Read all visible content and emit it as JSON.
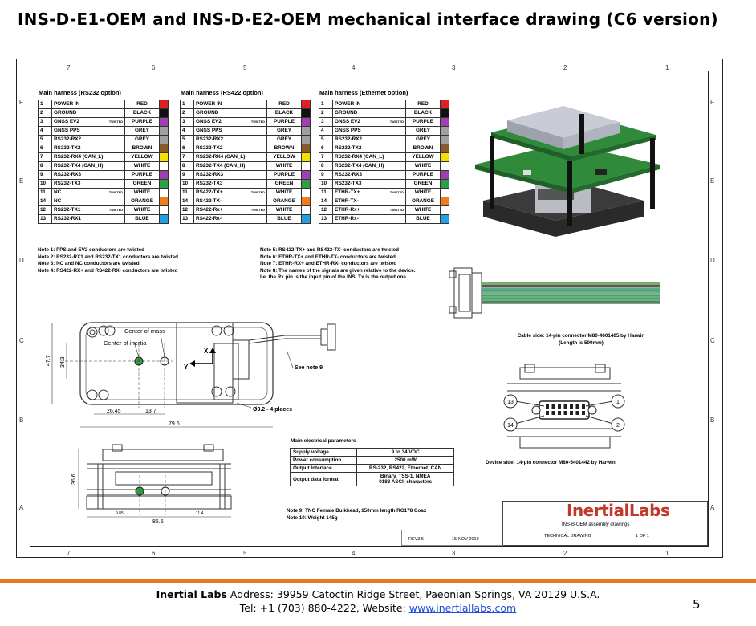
{
  "title": "INS-D-E1-OEM and INS-D-E2-OEM mechanical interface drawing (C6 version)",
  "drawing": {
    "zones_top": [
      "7",
      "6",
      "5",
      "4",
      "3",
      "2",
      "1"
    ],
    "zones_side": [
      "F",
      "E",
      "D",
      "C",
      "B",
      "A"
    ],
    "harness_rs232": {
      "caption": "Main harness (RS232 option)",
      "rows": [
        {
          "n": "1",
          "name": "POWER IN",
          "twisted": "",
          "color": "RED",
          "hex": "#e02020"
        },
        {
          "n": "2",
          "name": "GROUND",
          "twisted": "",
          "color": "BLACK",
          "hex": "#111111"
        },
        {
          "n": "3",
          "name": "GNSS EV2",
          "twisted": "TWISTED",
          "color": "PURPLE",
          "hex": "#a040b0"
        },
        {
          "n": "4",
          "name": "GNSS PPS",
          "twisted": "",
          "color": "GREY",
          "hex": "#a0a0a0"
        },
        {
          "n": "5",
          "name": "RS232-RX2",
          "twisted": "",
          "color": "GREY",
          "hex": "#a0a0a0"
        },
        {
          "n": "6",
          "name": "RS232-TX2",
          "twisted": "",
          "color": "BROWN",
          "hex": "#8b5a2b"
        },
        {
          "n": "7",
          "name": "RS232-RX4 (CAN_L)",
          "twisted": "",
          "color": "YELLOW",
          "hex": "#f3e000"
        },
        {
          "n": "8",
          "name": "RS232-TX4 (CAN_H)",
          "twisted": "",
          "color": "WHITE",
          "hex": "#ffffff"
        },
        {
          "n": "9",
          "name": "RS232-RX3",
          "twisted": "",
          "color": "PURPLE",
          "hex": "#a040b0"
        },
        {
          "n": "10",
          "name": "RS232-TX3",
          "twisted": "",
          "color": "GREEN",
          "hex": "#2ea043"
        },
        {
          "n": "11",
          "name": "NC",
          "twisted": "TWISTED",
          "color": "WHITE",
          "hex": "#ffffff"
        },
        {
          "n": "14",
          "name": "NC",
          "twisted": "",
          "color": "ORANGE",
          "hex": "#f07c1c"
        },
        {
          "n": "12",
          "name": "RS232-TX1",
          "twisted": "TWISTED",
          "color": "WHITE",
          "hex": "#ffffff"
        },
        {
          "n": "13",
          "name": "RS232-RX1",
          "twisted": "",
          "color": "BLUE",
          "hex": "#22a0e0"
        }
      ]
    },
    "harness_rs422": {
      "caption": "Main harness (RS422 option)",
      "rows": [
        {
          "n": "1",
          "name": "POWER IN",
          "twisted": "",
          "color": "RED",
          "hex": "#e02020"
        },
        {
          "n": "2",
          "name": "GROUND",
          "twisted": "",
          "color": "BLACK",
          "hex": "#111111"
        },
        {
          "n": "3",
          "name": "GNSS EV2",
          "twisted": "TWISTED",
          "color": "PURPLE",
          "hex": "#a040b0"
        },
        {
          "n": "4",
          "name": "GNSS PPS",
          "twisted": "",
          "color": "GREY",
          "hex": "#a0a0a0"
        },
        {
          "n": "5",
          "name": "RS232-RX2",
          "twisted": "",
          "color": "GREY",
          "hex": "#a0a0a0"
        },
        {
          "n": "6",
          "name": "RS232-TX2",
          "twisted": "",
          "color": "BROWN",
          "hex": "#8b5a2b"
        },
        {
          "n": "7",
          "name": "RS232-RX4 (CAN_L)",
          "twisted": "",
          "color": "YELLOW",
          "hex": "#f3e000"
        },
        {
          "n": "8",
          "name": "RS232-TX4 (CAN_H)",
          "twisted": "",
          "color": "WHITE",
          "hex": "#ffffff"
        },
        {
          "n": "9",
          "name": "RS232-RX3",
          "twisted": "",
          "color": "PURPLE",
          "hex": "#a040b0"
        },
        {
          "n": "10",
          "name": "RS232-TX3",
          "twisted": "",
          "color": "GREEN",
          "hex": "#2ea043"
        },
        {
          "n": "11",
          "name": "RS422-TX+",
          "twisted": "TWISTED",
          "color": "WHITE",
          "hex": "#ffffff"
        },
        {
          "n": "14",
          "name": "RS422-TX-",
          "twisted": "",
          "color": "ORANGE",
          "hex": "#f07c1c"
        },
        {
          "n": "12",
          "name": "RS422-Rx+",
          "twisted": "TWISTED",
          "color": "WHITE",
          "hex": "#ffffff"
        },
        {
          "n": "13",
          "name": "RS422-Rx-",
          "twisted": "",
          "color": "BLUE",
          "hex": "#22a0e0"
        }
      ]
    },
    "harness_eth": {
      "caption": "Main harness (Ethernet option)",
      "rows": [
        {
          "n": "1",
          "name": "POWER IN",
          "twisted": "",
          "color": "RED",
          "hex": "#e02020"
        },
        {
          "n": "2",
          "name": "GROUND",
          "twisted": "",
          "color": "BLACK",
          "hex": "#111111"
        },
        {
          "n": "3",
          "name": "GNSS EV2",
          "twisted": "TWISTED",
          "color": "PURPLE",
          "hex": "#a040b0"
        },
        {
          "n": "4",
          "name": "GNSS PPS",
          "twisted": "",
          "color": "GREY",
          "hex": "#a0a0a0"
        },
        {
          "n": "5",
          "name": "RS232-RX2",
          "twisted": "",
          "color": "GREY",
          "hex": "#a0a0a0"
        },
        {
          "n": "6",
          "name": "RS232-TX2",
          "twisted": "",
          "color": "BROWN",
          "hex": "#8b5a2b"
        },
        {
          "n": "7",
          "name": "RS232-RX4 (CAN_L)",
          "twisted": "",
          "color": "YELLOW",
          "hex": "#f3e000"
        },
        {
          "n": "8",
          "name": "RS232-TX4 (CAN_H)",
          "twisted": "",
          "color": "WHITE",
          "hex": "#ffffff"
        },
        {
          "n": "9",
          "name": "RS232-RX3",
          "twisted": "",
          "color": "PURPLE",
          "hex": "#a040b0"
        },
        {
          "n": "10",
          "name": "RS232-TX3",
          "twisted": "",
          "color": "GREEN",
          "hex": "#2ea043"
        },
        {
          "n": "11",
          "name": "ETHR-TX+",
          "twisted": "TWISTED",
          "color": "WHITE",
          "hex": "#ffffff"
        },
        {
          "n": "14",
          "name": "ETHR-TX-",
          "twisted": "",
          "color": "ORANGE",
          "hex": "#f07c1c"
        },
        {
          "n": "12",
          "name": "ETHR-Rx+",
          "twisted": "TWISTED",
          "color": "WHITE",
          "hex": "#ffffff"
        },
        {
          "n": "13",
          "name": "ETHR-Rx-",
          "twisted": "",
          "color": "BLUE",
          "hex": "#22a0e0"
        }
      ]
    },
    "notes_left": [
      "Note 1: PPS and EV2 conductors are twisted",
      "Note 2: RS232-RX1 and RS232-TX1 conductors are twisted",
      "Note 3: NC and NC conductors are twisted",
      "Note 4: RS422-RX+ and RS422-RX- conductors are twisted"
    ],
    "notes_right": [
      "Note 5: RS422-TX+ and RS422-TX- conductors are twisted",
      "Note 6: ETHR-TX+ and ETHR-TX- conductors are twisted",
      "Note 7: ETHR-RX+ and ETHR-RX- conductors are twisted",
      "Note 8: The names of the signals are given relative to the device.",
      "I.e. the Rx pin is the input pin of the INS, Tx is the output one."
    ],
    "cable_side": [
      "Cable side: 14-pin connector M80-4601405 by Harwin",
      "(Length is 500mm)"
    ],
    "device_side": "Device side: 14-pin connector M80-5401442 by Harwin",
    "top_view": {
      "center_of_mass": "Center of mass",
      "center_of_inertia": "Center of inertia",
      "see_note": "See note 9",
      "holes": "Ø3.2 - 4 places",
      "dim_47_7": "47.7",
      "dim_34_3": "34.3",
      "dim_26_45": "26.45",
      "dim_13_7": "13.7",
      "dim_79_6": "79.6",
      "axis_x": "X",
      "axis_y": "Y"
    },
    "side_view": {
      "dim_36_6": "36.6",
      "dim_9_85": "9.85",
      "dim_11_4": "11.4",
      "dim_85_5": "85.5"
    },
    "pins": [
      "13",
      "1",
      "14",
      "2"
    ],
    "electrical": {
      "caption": "Main electrical parameters",
      "rows": [
        [
          "Supply voltage",
          "9 to 34 VDC"
        ],
        [
          "Power consumption",
          "2500 mW"
        ],
        [
          "Output Interface",
          "RS-232, RS422, Ethernet, CAN"
        ],
        [
          "Output data format",
          "Binary, TSS-1, NMEA\n0183 ASCII characters"
        ]
      ]
    },
    "notes_bottom": [
      "Note 9: TNC Female Bulkhead, 150mm length RG178 Coax",
      "Note 10: Weight 145g"
    ],
    "title_block": {
      "logo": "InertialLabs",
      "drawing_name": "INS-B-OEM assembly drawings",
      "type": "TECHNICAL DRAWING",
      "sheet": "1 OF 1",
      "revision": "REV3.5",
      "date": "15-NOV-2019"
    }
  },
  "footer": {
    "company": "Inertial Labs",
    "address": " Address: 39959 Catoctin Ridge Street, Paeonian Springs, VA 20129 U.S.A.",
    "tel": "Tel: +1 (703) 880-4222, Website: ",
    "website": "www.inertiallabs.com",
    "page": "5"
  }
}
